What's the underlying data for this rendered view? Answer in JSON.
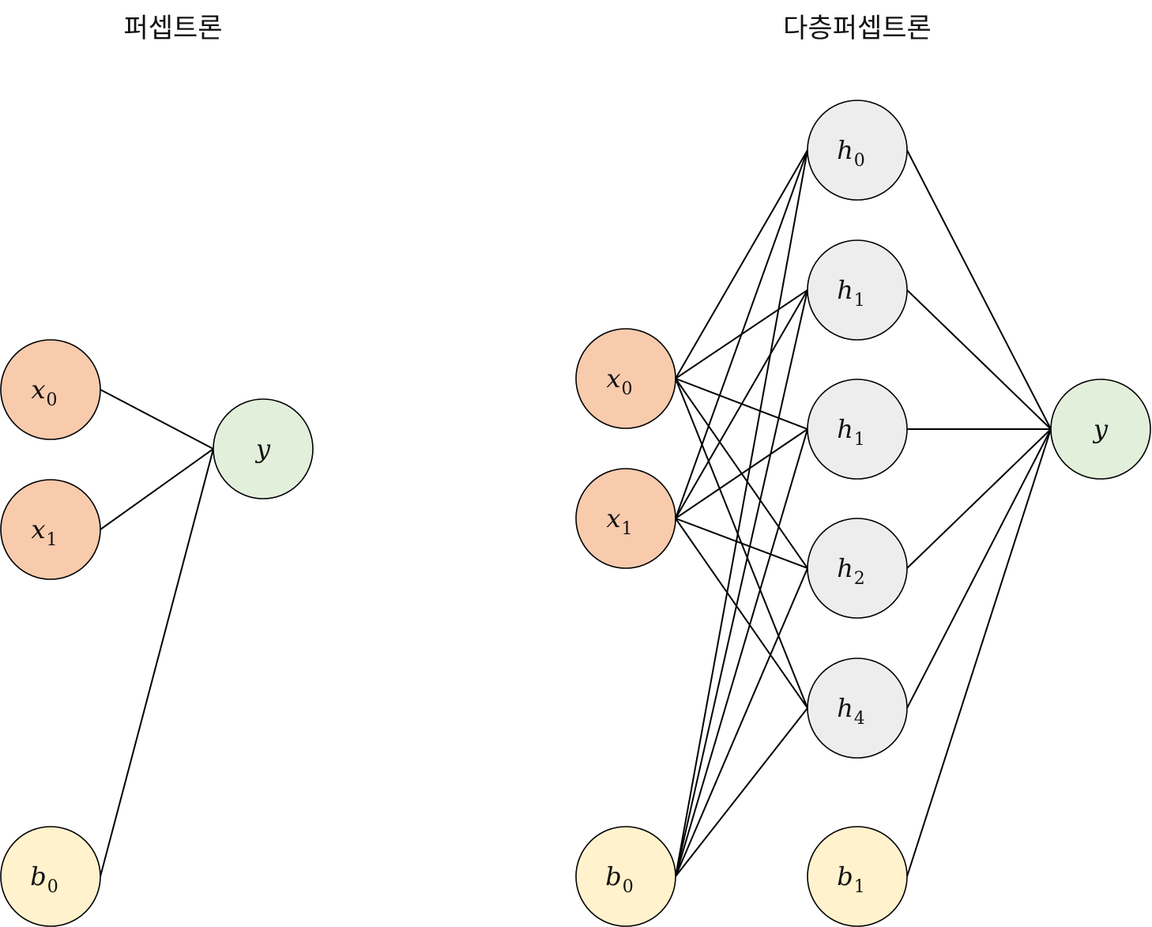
{
  "colors": {
    "input_fill": "#f8cbad",
    "bias_fill": "#fff2cc",
    "hidden_fill": "#ededed",
    "output_fill": "#e2efda",
    "edge": "#000000"
  },
  "perceptron": {
    "title": "퍼셉트론",
    "nodes": [
      {
        "id": "x0",
        "main": "x",
        "sub": "0",
        "kind": "input"
      },
      {
        "id": "x1",
        "main": "x",
        "sub": "1",
        "kind": "input"
      },
      {
        "id": "b0",
        "main": "b",
        "sub": "0",
        "kind": "bias"
      },
      {
        "id": "y",
        "main": "y",
        "sub": "",
        "kind": "output"
      }
    ],
    "edges": [
      [
        "x0",
        "y"
      ],
      [
        "x1",
        "y"
      ],
      [
        "b0",
        "y"
      ]
    ]
  },
  "mlp": {
    "title": "다층퍼셉트론",
    "nodes": [
      {
        "id": "x0",
        "main": "x",
        "sub": "0",
        "kind": "input"
      },
      {
        "id": "x1",
        "main": "x",
        "sub": "1",
        "kind": "input"
      },
      {
        "id": "b0",
        "main": "b",
        "sub": "0",
        "kind": "bias"
      },
      {
        "id": "h0",
        "main": "h",
        "sub": "0",
        "kind": "hidden"
      },
      {
        "id": "h1a",
        "main": "h",
        "sub": "1",
        "kind": "hidden"
      },
      {
        "id": "h1b",
        "main": "h",
        "sub": "1",
        "kind": "hidden"
      },
      {
        "id": "h2",
        "main": "h",
        "sub": "2",
        "kind": "hidden"
      },
      {
        "id": "h4",
        "main": "h",
        "sub": "4",
        "kind": "hidden"
      },
      {
        "id": "b1",
        "main": "b",
        "sub": "1",
        "kind": "bias"
      },
      {
        "id": "y",
        "main": "y",
        "sub": "",
        "kind": "output"
      }
    ],
    "edges": [
      [
        "x0",
        "h0"
      ],
      [
        "x0",
        "h1a"
      ],
      [
        "x0",
        "h1b"
      ],
      [
        "x0",
        "h2"
      ],
      [
        "x0",
        "h4"
      ],
      [
        "x1",
        "h0"
      ],
      [
        "x1",
        "h1a"
      ],
      [
        "x1",
        "h1b"
      ],
      [
        "x1",
        "h2"
      ],
      [
        "x1",
        "h4"
      ],
      [
        "b0",
        "h0"
      ],
      [
        "b0",
        "h1a"
      ],
      [
        "b0",
        "h1b"
      ],
      [
        "b0",
        "h2"
      ],
      [
        "b0",
        "h4"
      ],
      [
        "h0",
        "y"
      ],
      [
        "h1a",
        "y"
      ],
      [
        "h1b",
        "y"
      ],
      [
        "h2",
        "y"
      ],
      [
        "h4",
        "y"
      ],
      [
        "b1",
        "y"
      ]
    ]
  }
}
